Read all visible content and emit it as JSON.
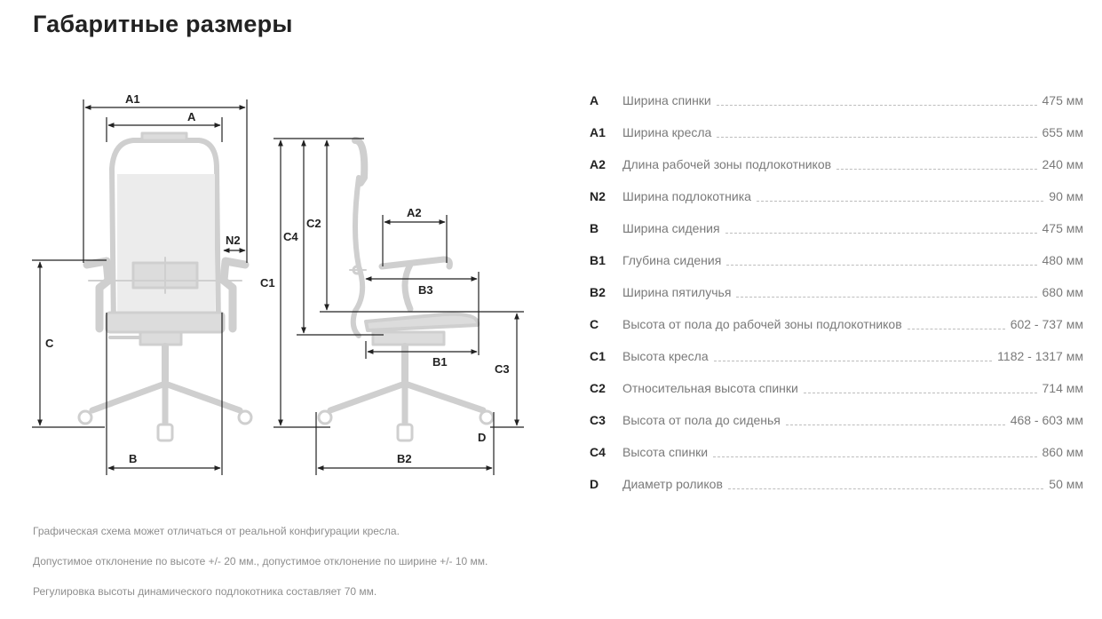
{
  "page": {
    "title": "Габаритные размеры"
  },
  "diagram_labels": {
    "A1": "A1",
    "A": "A",
    "N2": "N2",
    "C": "C",
    "B": "B",
    "C4": "C4",
    "C2": "C2",
    "C1": "C1",
    "A2": "A2",
    "B3": "B3",
    "B1": "B1",
    "C3": "C3",
    "D": "D",
    "B2": "B2"
  },
  "specs": [
    {
      "code": "A",
      "name": "Ширина спинки",
      "value": "475 мм"
    },
    {
      "code": "A1",
      "name": "Ширина кресла",
      "value": "655 мм"
    },
    {
      "code": "A2",
      "name": "Длина рабочей зоны подлокотников",
      "value": "240 мм"
    },
    {
      "code": "N2",
      "name": "Ширина подлокотника",
      "value": "90 мм"
    },
    {
      "code": "B",
      "name": "Ширина сидения",
      "value": "475 мм"
    },
    {
      "code": "B1",
      "name": "Глубина сидения",
      "value": "480 мм"
    },
    {
      "code": "B2",
      "name": "Ширина пятилучья",
      "value": "680 мм"
    },
    {
      "code": "C",
      "name": "Высота от пола до рабочей зоны подлокотников",
      "value": "602 - 737 мм"
    },
    {
      "code": "C1",
      "name": "Высота кресла",
      "value": "1182 - 1317 мм"
    },
    {
      "code": "C2",
      "name": "Относительная высота спинки",
      "value": "714 мм"
    },
    {
      "code": "C3",
      "name": "Высота от пола до сиденья",
      "value": "468 - 603 мм"
    },
    {
      "code": "C4",
      "name": "Высота спинки",
      "value": "860 мм"
    },
    {
      "code": "D",
      "name": "Диаметр роликов",
      "value": "50 мм"
    }
  ],
  "notes": [
    "Графическая схема может отличаться от реальной конфигурации кресла.",
    "Допустимое отклонение по высоте +/- 20 мм., допустимое отклонение по ширине +/- 10 мм.",
    "Регулировка высоты динамического подлокотника составляет 70 мм."
  ],
  "colors": {
    "chair": "#cfcfcf",
    "dimension_line": "#222222",
    "label": "#222222",
    "muted_text": "#7a7a7a"
  }
}
